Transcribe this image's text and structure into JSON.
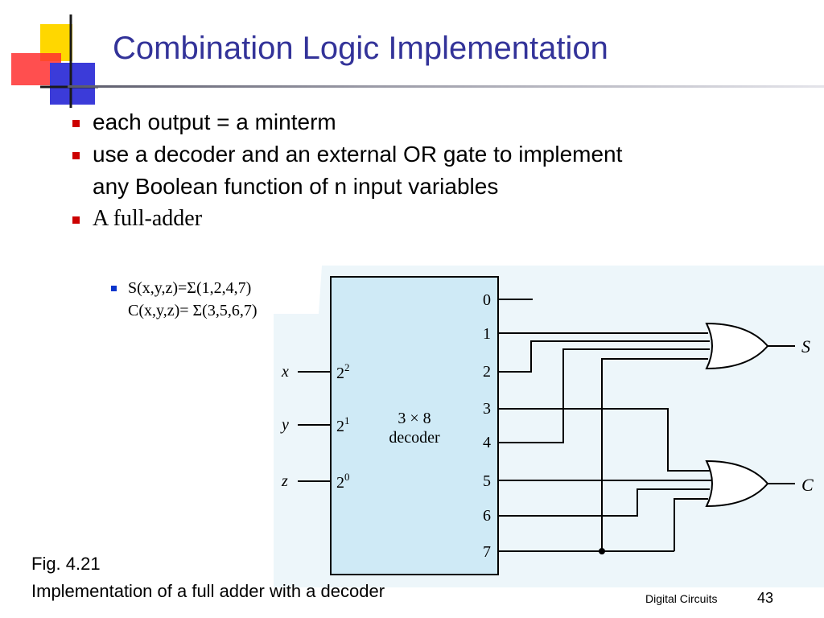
{
  "slide": {
    "title": "Combination Logic Implementation",
    "bullets": [
      {
        "text": "each output = a minterm"
      },
      {
        "text": "use a decoder and an external OR gate to implement any Boolean function of n input variables"
      },
      {
        "text": "A full-adder"
      }
    ],
    "sub_bullets": [
      "S(x,y,z)=Σ(1,2,4,7)",
      "C(x,y,z)= Σ(3,5,6,7)"
    ],
    "figure": {
      "inputs": [
        "x",
        "y",
        "z"
      ],
      "input_weights": [
        {
          "base": "2",
          "exp": "2"
        },
        {
          "base": "2",
          "exp": "1"
        },
        {
          "base": "2",
          "exp": "0"
        }
      ],
      "decoder_label": [
        "3 × 8",
        "decoder"
      ],
      "output_indices": [
        "0",
        "1",
        "2",
        "3",
        "4",
        "5",
        "6",
        "7"
      ],
      "gate_outputs": [
        "S",
        "C"
      ],
      "colors": {
        "decoder_fill": "#cfeaf6",
        "diagram_bg": "#edf6fa",
        "wire": "#000000"
      }
    },
    "caption": [
      "Fig. 4.21",
      "Implementation of a full adder with a decoder"
    ],
    "footer": {
      "text": "Digital Circuits",
      "page": "43"
    },
    "colors": {
      "title": "#333399",
      "bullet_mark": "#cc0000",
      "sub_bullet_mark": "#0a35cc"
    }
  }
}
